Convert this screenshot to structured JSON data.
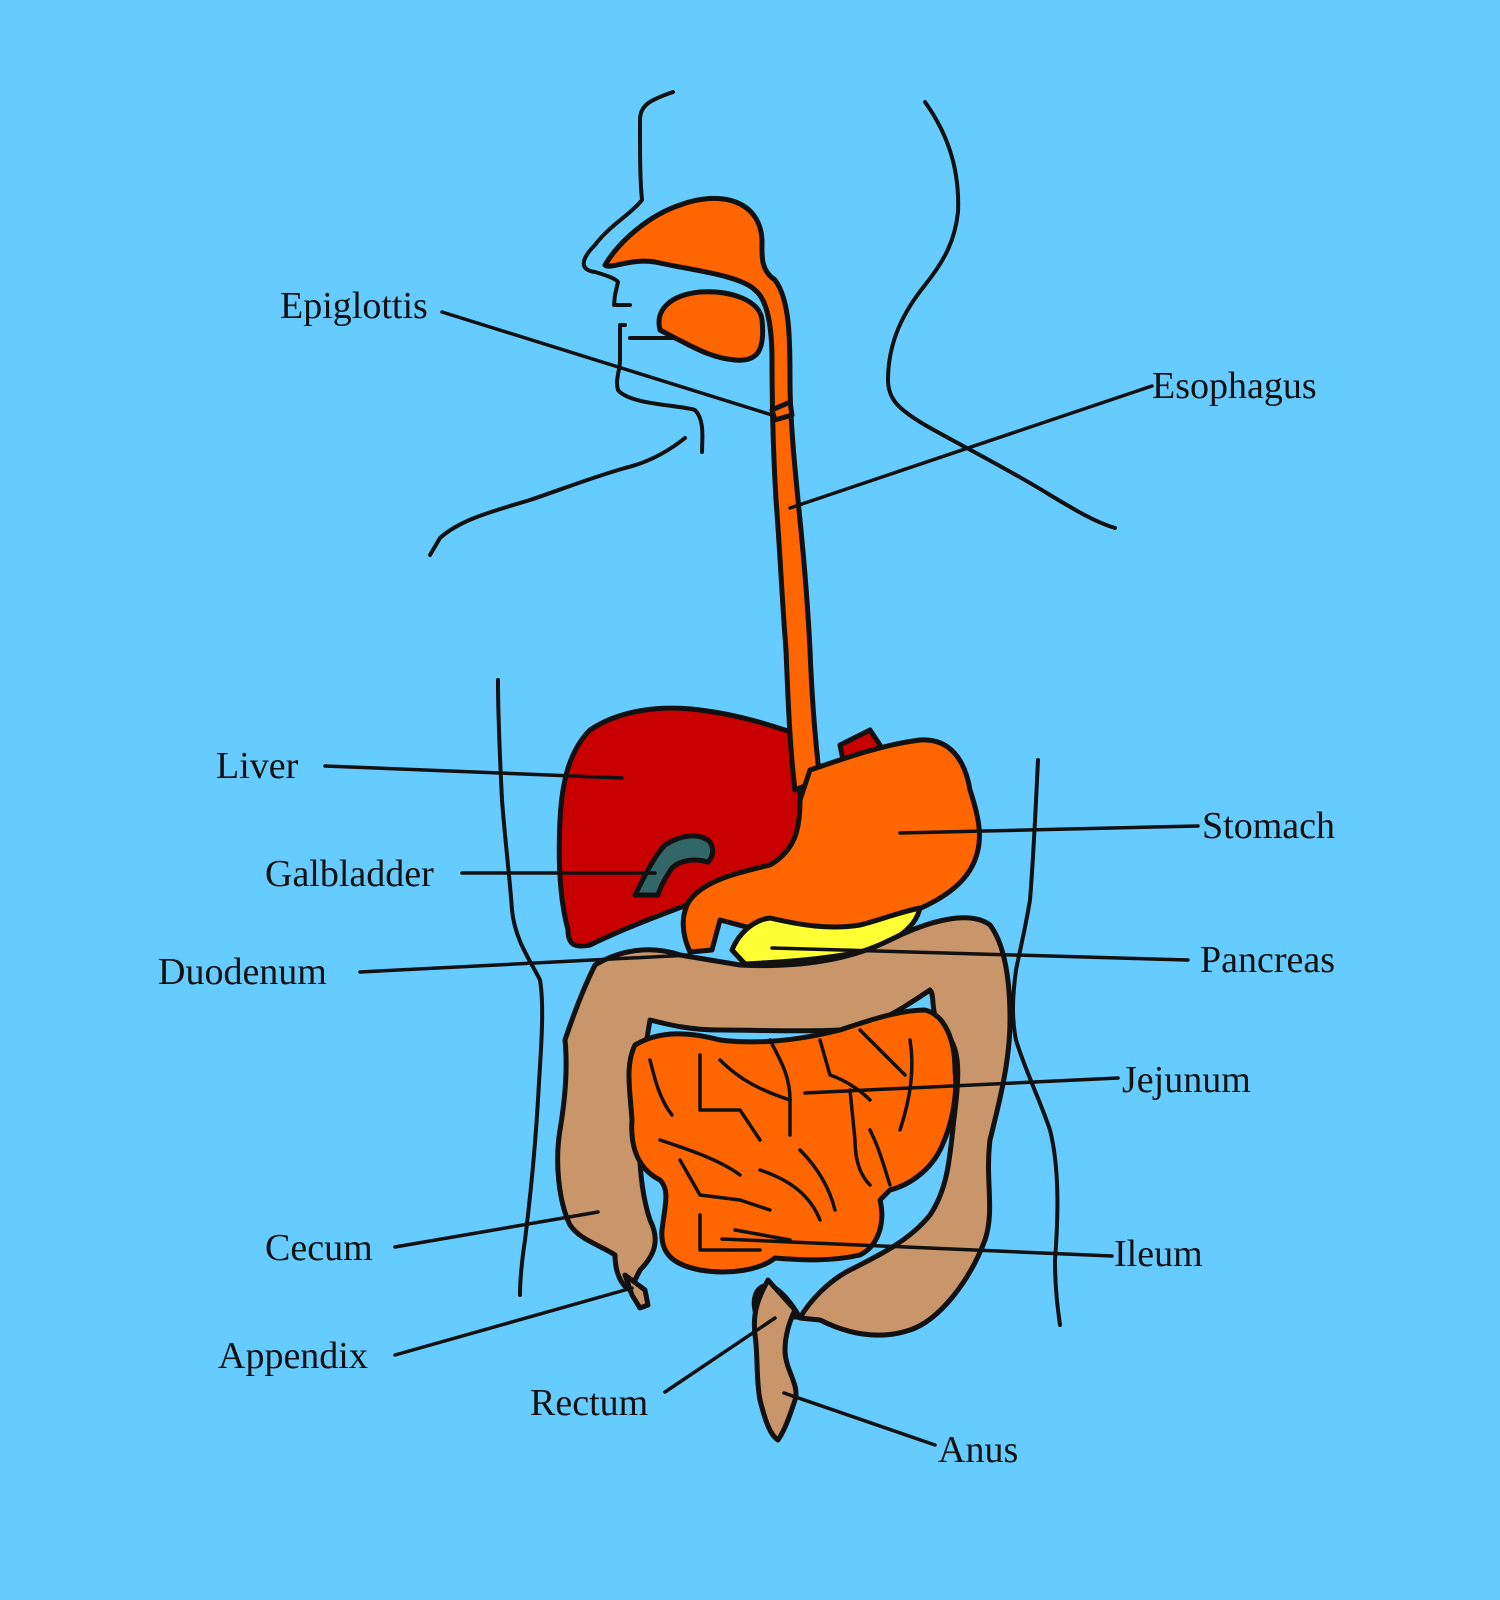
{
  "labels": {
    "epiglottis": "Epiglottis",
    "esophagus": "Esophagus",
    "liver": "Liver",
    "stomach": "Stomach",
    "galbladder": "Galbladder",
    "duodenum": "Duodenum",
    "pancreas": "Pancreas",
    "jejunum": "Jejunum",
    "cecum": "Cecum",
    "ileum": "Ileum",
    "appendix": "Appendix",
    "rectum": "Rectum",
    "anus": "Anus"
  },
  "colors": {
    "background": "#66ccff",
    "esophagus_stomach": "#ff6600",
    "liver": "#c80000",
    "gallbladder": "#336666",
    "pancreas": "#ffff33",
    "large_intestine": "#c8966a",
    "small_intestine": "#ff6600",
    "outline": "#111111"
  }
}
